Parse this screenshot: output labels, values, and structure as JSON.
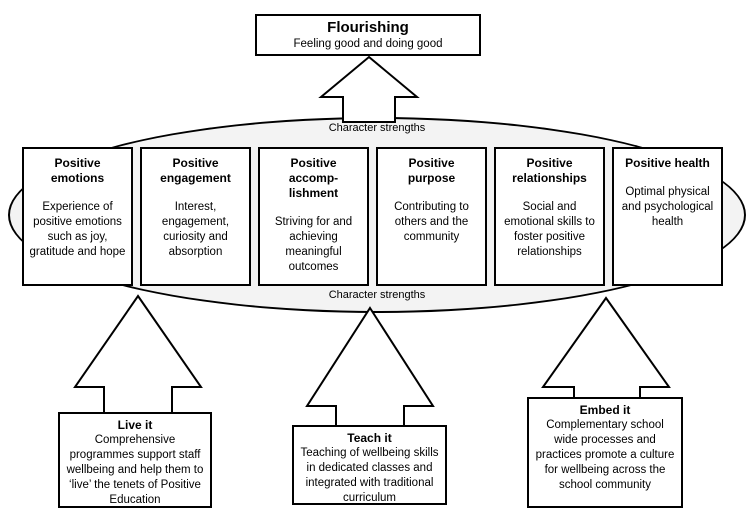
{
  "colors": {
    "line": "#000000",
    "box_fill": "#ffffff",
    "ellipse_fill": "#f3f3f3",
    "text": "#000000"
  },
  "flourishing": {
    "title": "Flourishing",
    "subtitle": "Feeling good and doing good"
  },
  "character_strengths": {
    "top_label": "Character strengths",
    "bottom_label": "Character strengths"
  },
  "icons": {
    "arrows": [
      "up-arrow-to-flourishing",
      "up-arrow-live-it",
      "up-arrow-teach-it",
      "up-arrow-embed-it"
    ]
  },
  "domains": [
    {
      "title": "Positive\nemotions",
      "body": "Experience of positive emotions such as joy, gratitude and hope"
    },
    {
      "title": "Positive\nengagement",
      "body": "Interest, engagement, curiosity and absorption"
    },
    {
      "title": "Positive\naccomp-\nlishment",
      "body": "Striving for and achieving meaningful outcomes"
    },
    {
      "title": "Positive\npurpose",
      "body": "Contributing to others and the community"
    },
    {
      "title": "Positive\nrelationships",
      "body": "Social and emotional skills to foster positive relationships"
    },
    {
      "title": "Positive health",
      "body": "Optimal physical and psychological health"
    }
  ],
  "strategies": [
    {
      "title": "Live it",
      "body": "Comprehensive programmes support staff wellbeing and help them to ‘live’ the tenets of Positive Education"
    },
    {
      "title": "Teach it",
      "body": "Teaching of wellbeing skills in dedicated classes and integrated with traditional curriculum"
    },
    {
      "title": "Embed it",
      "body": "Complementary school wide processes and practices promote a culture for wellbeing across the school community"
    }
  ]
}
